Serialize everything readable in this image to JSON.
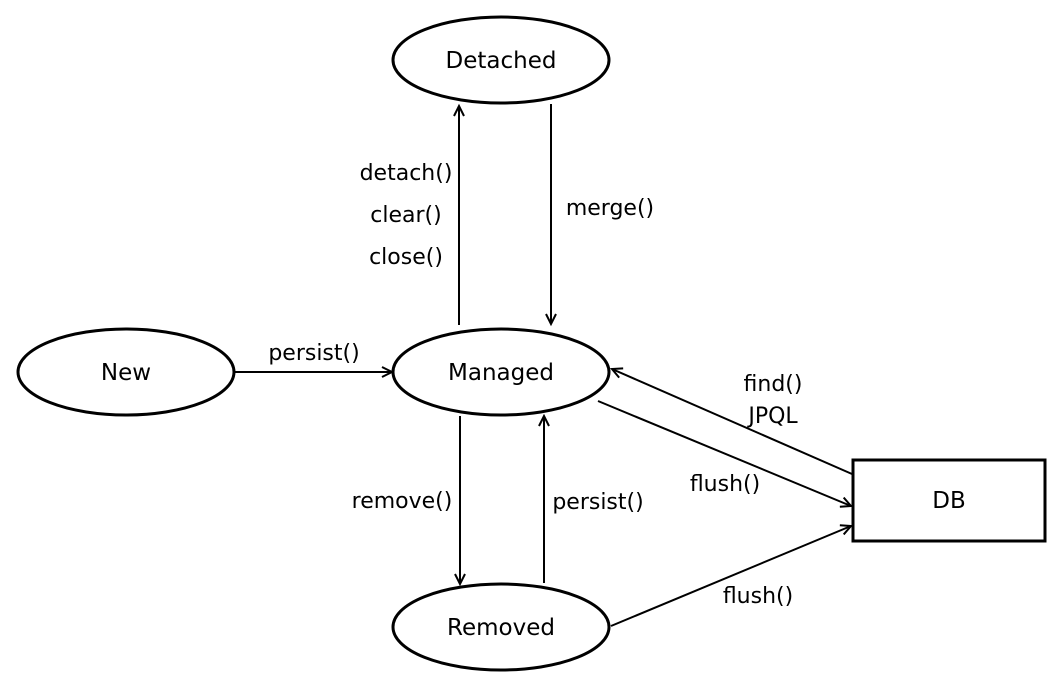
{
  "nodes": {
    "detached": "Detached",
    "new": "New",
    "managed": "Managed",
    "removed": "Removed",
    "db": "DB"
  },
  "edges": {
    "new_to_managed": "persist()",
    "managed_to_detached": [
      "detach()",
      "clear()",
      "close()"
    ],
    "detached_to_managed": "merge()",
    "managed_to_removed": "remove()",
    "removed_to_managed": "persist()",
    "db_to_managed": [
      "find()",
      "JPQL"
    ],
    "managed_to_db": "flush()",
    "removed_to_db": "flush()"
  }
}
